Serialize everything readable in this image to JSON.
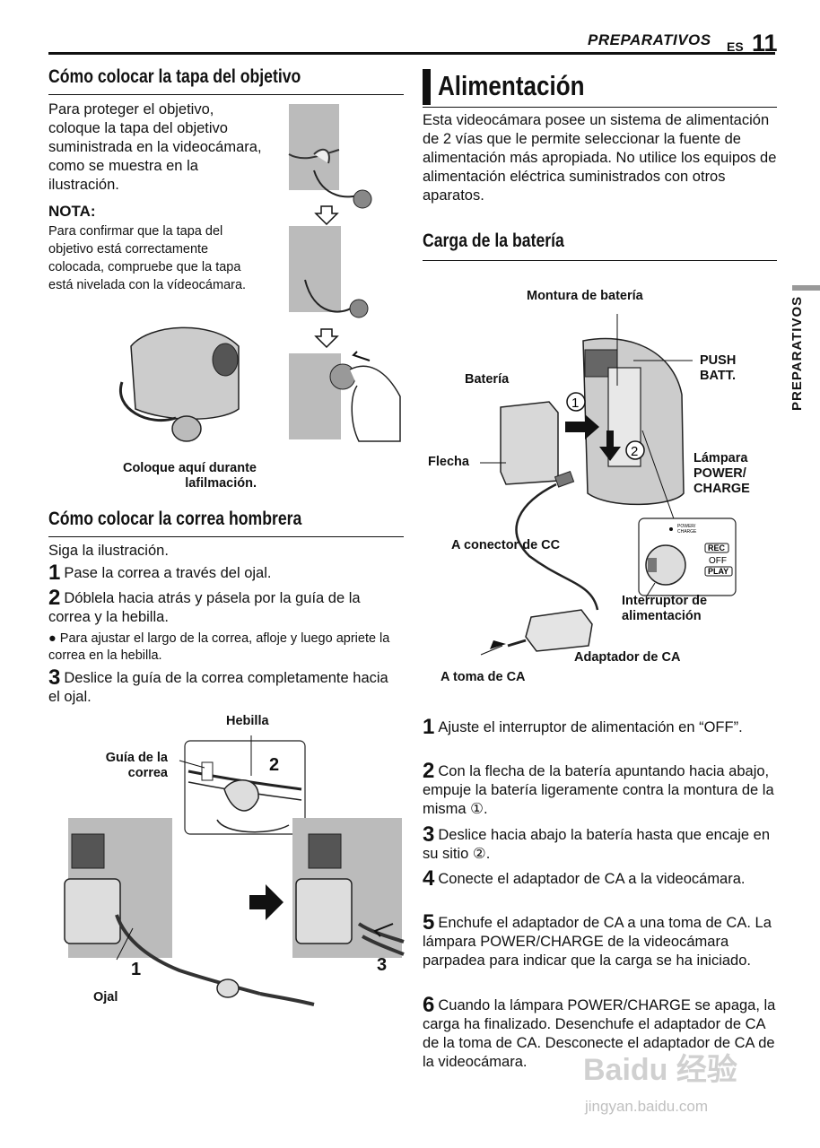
{
  "header": {
    "section": "PREPARATIVOS",
    "lang": "ES",
    "page": "11"
  },
  "side_tab": "PREPARATIVOS",
  "left": {
    "lens_cap": {
      "title": "Cómo colocar la tapa del objetivo",
      "intro": "Para proteger el objetivo, coloque la tapa del objetivo suministrada en la videocámara, como se muestra en la ilustración.",
      "note_title": "NOTA:",
      "note": "Para confirmar que la tapa del objetivo está correctamente colocada, compruebe que la tapa está nivelada con la vídeocámara.",
      "caption": "Coloque aquí durante lafilmación."
    },
    "strap": {
      "title": "Cómo colocar la correa hombrera",
      "intro": "Siga la ilustración.",
      "steps": [
        {
          "num": "1",
          "text": "Pase la correa a través del ojal."
        },
        {
          "num": "2",
          "text": "Dóblela hacia atrás y pásela por la guía de la correa y la hebilla."
        },
        {
          "num": "3",
          "text": "Deslice la guía de la correa completamente hacia el ojal."
        }
      ],
      "bullet": "Para ajustar el largo de la correa, afloje y luego apriete la correa en la hebilla.",
      "labels": {
        "buckle": "Hebilla",
        "guide": "Guía de la correa",
        "eyelet": "Ojal",
        "n1": "1",
        "n2": "2",
        "n3": "3"
      }
    }
  },
  "right": {
    "power": {
      "title": "Alimentación",
      "intro": "Esta videocámara posee un sistema de alimentación de 2 vías que le permite seleccionar la fuente de alimentación más apropiada. No utilice los equipos de alimentación eléctrica suministrados con otros aparatos."
    },
    "battery": {
      "title": "Carga de la batería",
      "labels": {
        "mount": "Montura de batería",
        "push": "PUSH BATT.",
        "battery": "Batería",
        "arrow": "Flecha",
        "lamp": "Lámpara POWER/ CHARGE",
        "dc": "A conector de CC",
        "switch": "Interruptor de alimentación",
        "adapter": "Adaptador de CA",
        "outlet": "A toma de CA",
        "rec": "REC",
        "off": "OFF",
        "play": "PLAY",
        "power_charge": "POWER/ CHARGE"
      },
      "steps": [
        {
          "num": "1",
          "text": "Ajuste el interruptor de alimentación en “OFF”."
        },
        {
          "num": "2",
          "text": "Con la flecha de la batería apuntando hacia abajo, empuje la batería ligeramente contra la montura de la misma ①."
        },
        {
          "num": "3",
          "text": "Deslice hacia abajo la batería hasta que encaje en su sitio ②."
        },
        {
          "num": "4",
          "text": "Conecte el adaptador de CA a la videocámara."
        },
        {
          "num": "5",
          "text": "Enchufe el adaptador de CA a una toma de CA. La lámpara POWER/CHARGE de la videocámara parpadea para indicar que la carga se ha iniciado."
        },
        {
          "num": "6",
          "text": "Cuando la lámpara POWER/CHARGE se apaga, la carga ha finalizado. Desenchufe el adaptador de CA de la toma de CA. Desconecte el adaptador de CA de la videocámara."
        }
      ]
    }
  },
  "watermark": {
    "main": "Baidu 经验",
    "url": "jingyan.baidu.com"
  }
}
